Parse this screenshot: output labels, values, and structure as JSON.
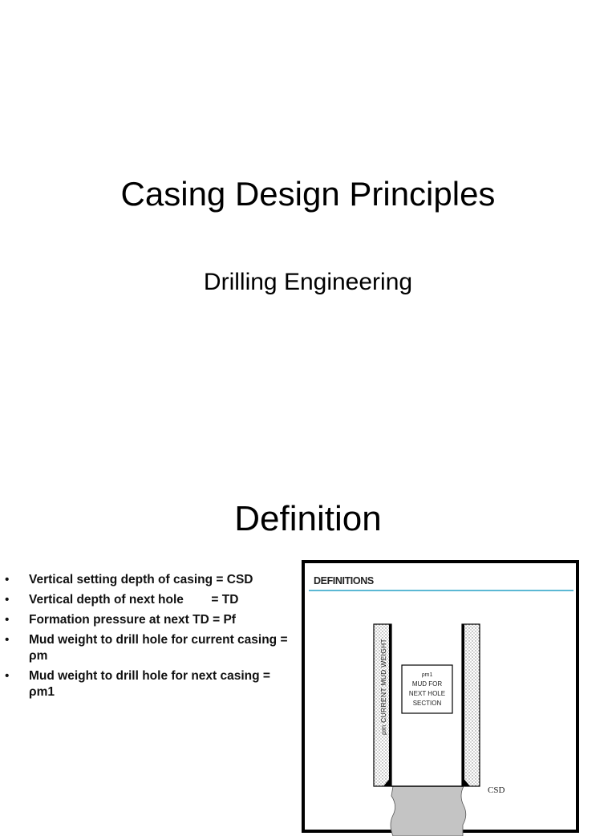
{
  "slide1": {
    "title": "Casing Design Principles",
    "subtitle": "Drilling Engineering"
  },
  "slide2": {
    "title": "Definition",
    "bullets": [
      {
        "text": "Vertical setting depth of casing = CSD"
      },
      {
        "text": "Vertical depth of next hole        = TD"
      },
      {
        "text": "Formation pressure at next TD = Pf"
      },
      {
        "text": "Mud weight to drill hole for current casing = ρm"
      },
      {
        "text": "Mud weight to drill hole for next casing = ρm1"
      }
    ],
    "bullet_glyph": "•",
    "figure": {
      "heading": "DEFINITIONS",
      "rule_color": "#5bb8d4",
      "left_wall_label": "ρm CURRENT MUD WEIGHT",
      "box_lines": [
        "ρm1",
        "MUD FOR",
        "NEXT HOLE",
        "SECTION"
      ],
      "depth_label": "CSD"
    }
  }
}
